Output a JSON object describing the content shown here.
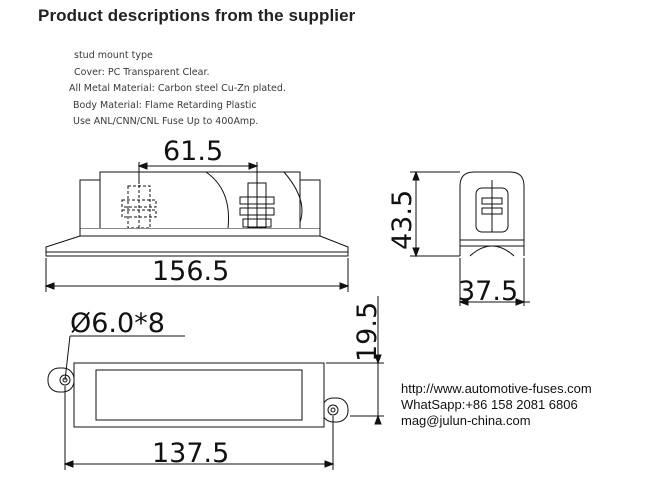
{
  "title": "Product descriptions from the supplier",
  "specs": [
    "stud mount type",
    "Cover: PC Transparent Clear.",
    "All Metal Material: Carbon steel Cu-Zn plated.",
    "Body Material: Flame Retarding Plastic",
    "Use ANL/CNN/CNL Fuse Up to 400Amp."
  ],
  "dimensions": {
    "stud_spacing": "61.5",
    "overall_length": "156.5",
    "height": "43.5",
    "width": "37.5",
    "hole_spec": "Ø6.0*8",
    "base_height": "19.5",
    "hole_spacing": "137.5"
  },
  "contact": {
    "website": "http://www.automotive-fuses.com",
    "whatsapp": "WhatSapp:+86 158 2081 6806",
    "email": "mag@julun-china.com"
  }
}
